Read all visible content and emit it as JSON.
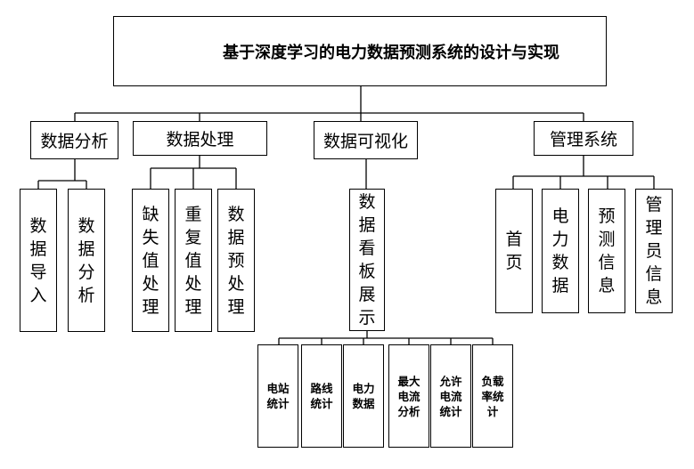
{
  "root": {
    "title": "基于深度学习的电力数据预测系统的设计与实现"
  },
  "modules": {
    "analysis": {
      "label": "数据分析",
      "children": [
        "数据导入",
        "数据分析"
      ]
    },
    "processing": {
      "label": "数据处理",
      "children": [
        "缺失值处理",
        "重复值处理",
        "数据预处理"
      ]
    },
    "visualization": {
      "label": "数据可视化",
      "child": "数据看板展示",
      "grandchildren": [
        "电站统计",
        "路线统计",
        "电力数据",
        "最大电流分析",
        "允许电流统计",
        "负载率统计"
      ]
    },
    "management": {
      "label": "管理系统",
      "children": [
        "首页",
        "电力数据",
        "预测信息",
        "管理员信息"
      ]
    }
  }
}
